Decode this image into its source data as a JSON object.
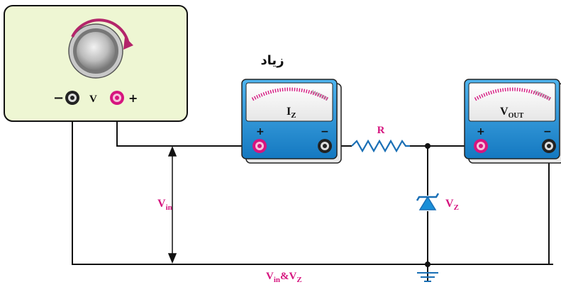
{
  "supply": {
    "voltage_label": "V",
    "minus_sign": "−",
    "plus_sign": "+"
  },
  "annotation": {
    "increase_label": "زیاد"
  },
  "meter_iz": {
    "label_main": "I",
    "label_sub": "Z",
    "plus_sign": "+",
    "minus_sign": "−"
  },
  "meter_vout": {
    "label_main": "V",
    "label_sub": "OUT",
    "plus_sign": "+",
    "minus_sign": "−"
  },
  "resistor": {
    "label": "R"
  },
  "zener": {
    "label_main": "V",
    "label_sub": "Z"
  },
  "input_voltage": {
    "label_main": "V",
    "label_sub": "in"
  },
  "bottom_label": {
    "part1_main": "V",
    "part1_sub": "in",
    "part2_main": "&V",
    "part2_sub": "Z"
  },
  "colors": {
    "label_magenta": "#d6157f",
    "panel_green": "#eef6d3",
    "meter_blue": "#1a8fd8",
    "wire": "#111111"
  }
}
